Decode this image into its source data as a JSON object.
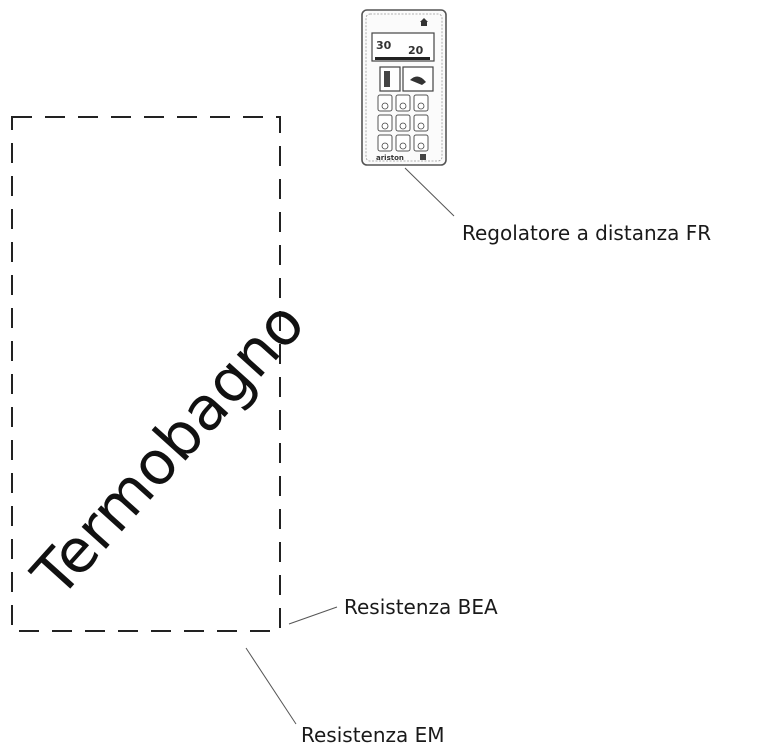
{
  "diagram": {
    "area_label": "Termobagno",
    "labels": {
      "remote": "Regolatore a distanza FR",
      "bea": "Resistenza BEA",
      "em": "Resistenza EM"
    },
    "remote_device": {
      "brand_text": "ariston",
      "display_left": "30",
      "display_right": "20"
    }
  }
}
